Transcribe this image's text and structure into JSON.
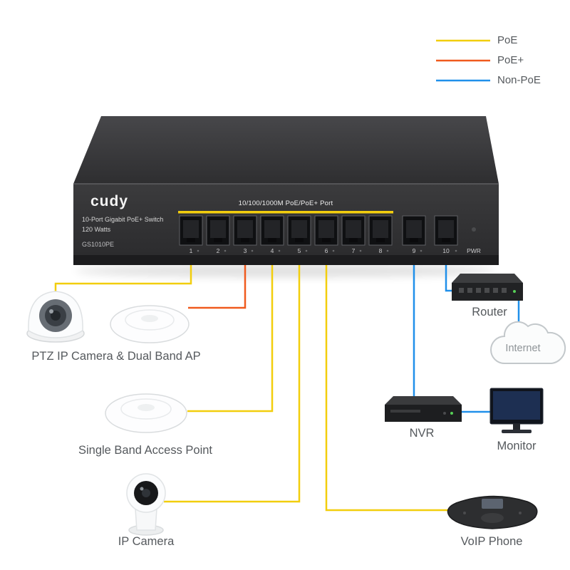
{
  "colors": {
    "poe": "#f2ce0d",
    "poe_plus": "#f05a1e",
    "non_poe": "#2090ea"
  },
  "legend": {
    "items": [
      {
        "label": "PoE",
        "type": "poe"
      },
      {
        "label": "PoE+",
        "type": "poe_plus"
      },
      {
        "label": "Non-PoE",
        "type": "non_poe"
      }
    ]
  },
  "switch": {
    "brand": "cudy",
    "description": "10-Port Gigabit PoE+ Switch",
    "wattage": "120 Watts",
    "model": "GS1010PE",
    "port_group_label": "10/100/1000M PoE/PoE+ Port",
    "port_labels": [
      "1",
      "2",
      "3",
      "4",
      "5",
      "6",
      "7",
      "8",
      "9",
      "10"
    ],
    "pwr_label": "PWR"
  },
  "devices": {
    "ptz_ap": {
      "label": "PTZ IP Camera & Dual Band AP"
    },
    "single_ap": {
      "label": "Single Band Access Point"
    },
    "ip_camera": {
      "label": "IP Camera"
    },
    "voip_phone": {
      "label": "VoIP Phone"
    },
    "router": {
      "label": "Router"
    },
    "internet": {
      "label": "Internet"
    },
    "nvr": {
      "label": "NVR"
    },
    "monitor": {
      "label": "Monitor"
    }
  },
  "connections": [
    {
      "a": "Switch",
      "b": "PTZ IP Camera",
      "type": "PoE"
    },
    {
      "a": "Switch",
      "b": "Dual Band AP",
      "type": "PoE+"
    },
    {
      "a": "Switch",
      "b": "Single Band Access Point",
      "type": "PoE"
    },
    {
      "a": "Switch",
      "b": "IP Camera",
      "type": "PoE"
    },
    {
      "a": "Switch",
      "b": "VoIP Phone",
      "type": "PoE"
    },
    {
      "a": "Switch",
      "b": "NVR",
      "type": "Non-PoE"
    },
    {
      "a": "Switch",
      "b": "Router",
      "type": "Non-PoE"
    },
    {
      "a": "Router",
      "b": "Internet",
      "type": "Non-PoE"
    },
    {
      "a": "NVR",
      "b": "Monitor",
      "type": "Non-PoE"
    }
  ]
}
